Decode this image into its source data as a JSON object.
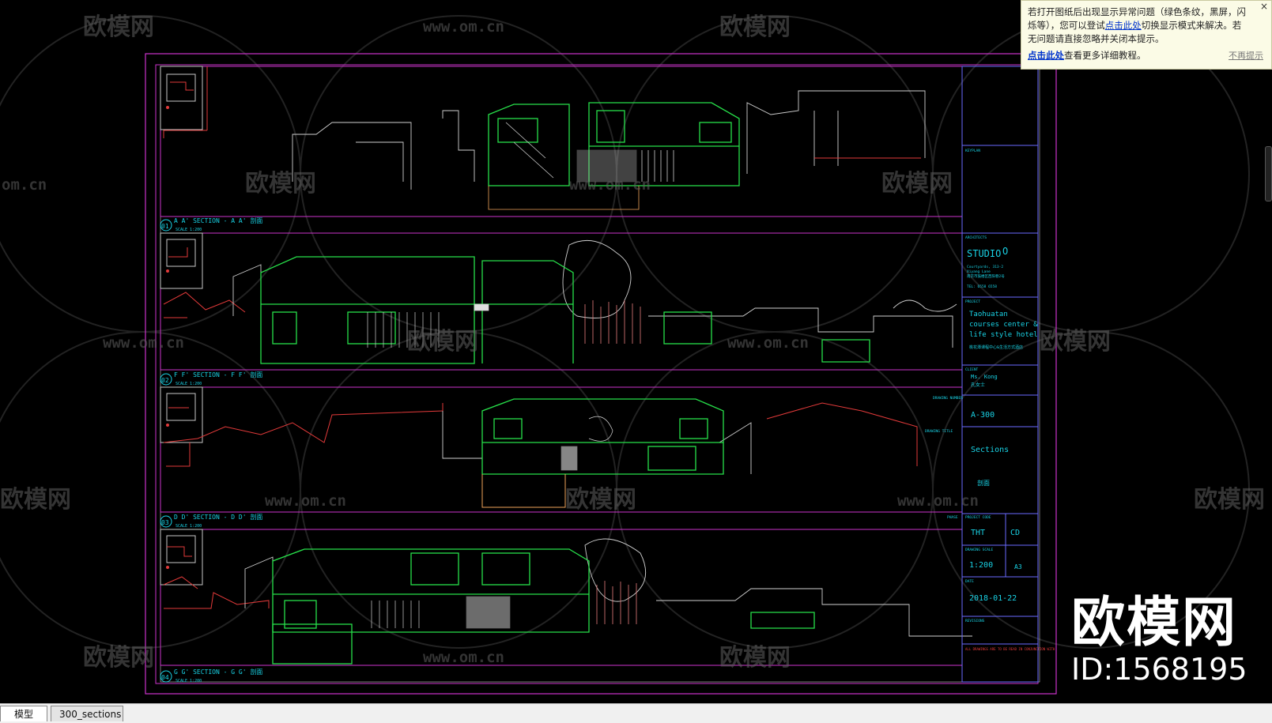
{
  "window": {
    "tabs": [
      {
        "label": "模型"
      },
      {
        "label": "300_sections"
      }
    ]
  },
  "notice": {
    "line1": "若打开图纸后出现显示异常问题（绿色条纹，黑屏，闪",
    "line2a": "烁等），您可以登试",
    "line2_link": "点击此处",
    "line2b": "切换显示模式来解决。若",
    "line3": "无问题请直接忽略并关闭本提示。",
    "foot_link": "点击此处",
    "foot_text": "查看更多详细教程。",
    "dismiss": "不再提示",
    "close": "×"
  },
  "brand": {
    "name": "欧模网",
    "id": "ID:1568195"
  },
  "watermarks": {
    "logo": "欧模网",
    "url": "www.om.cn",
    "url_short": "om.cn"
  },
  "drawing": {
    "sections": [
      {
        "num": "01",
        "title": "A A' SECTION  - A A'  剖面",
        "scale": "SCALE  1:200"
      },
      {
        "num": "02",
        "title": "F F' SECTION  - F F'  剖面",
        "scale": "SCALE  1:200"
      },
      {
        "num": "03",
        "title": "D D' SECTION  - D D'  剖面",
        "scale": "SCALE  1:200"
      },
      {
        "num": "04",
        "title": "G G' SECTION  - G G'  剖面",
        "scale": "SCALE  1:200"
      }
    ],
    "title_block": {
      "keyplan": "KEYPLAN",
      "architects": "ARCHITECTS",
      "studio": "STUDIO",
      "studio_mark": "O",
      "studio_addr1": "Courtyards, 313-2",
      "studio_addr2": "Xiyang Lane",
      "studio_addr3": "南京市鼓楼区西阳巷2号",
      "studio_tel": "TEL: 6558 6558",
      "project": "PROJECT",
      "project_l1": "Taohuatan",
      "project_l2": "courses center &",
      "project_l3": "life style hotel",
      "project_cn": "桃花潭课程中心&生活方式酒店",
      "client": "CLIENT",
      "client_name": "Ms. Kong",
      "client_cn": "孔女士",
      "drawing_number": "DRAWING NUMBER",
      "dwg_no": "A-300",
      "drawing_title": "DRAWING TITLE",
      "dwg_title": "Sections",
      "dwg_title_cn": "剖面",
      "project_code": "PROJECT CODE",
      "phase": "PHASE",
      "code": "THT",
      "phase_val": "CD",
      "drawing_scale": "DRAWING SCALE",
      "scale_val": "1:200",
      "size_val": "A3",
      "date": "DATE",
      "date_val": "2018-01-22",
      "revisions": "REVISIONS",
      "note": "ALL DRAWINGS ARE TO BE READ IN CONJUNCTION WITH"
    }
  }
}
